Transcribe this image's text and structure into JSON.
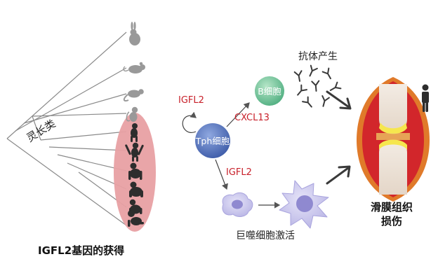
{
  "phylogeny": {
    "clade_label": "灵长类",
    "caption": "IGFL2基因的获得",
    "icons": [
      "rabbit-icon",
      "mouse-icon",
      "tree-shrew-icon",
      "monkey-icon",
      "lemur-icon",
      "gibbon-icon",
      "orangutan-icon",
      "gorilla-icon",
      "chimpanzee-icon",
      "human-baby-icon"
    ]
  },
  "pathway": {
    "tph_cell": "Tph细胞",
    "b_cell": "B细胞",
    "autocrine_label": "IGFL2",
    "cxcl13_label": "CXCL13",
    "igfl2_label": "IGFL2",
    "antibody_label": "抗体产生",
    "macrophage_label": "巨噬细胞激活",
    "outcome_line1": "滑膜组织",
    "outcome_line2": "损伤"
  },
  "colors": {
    "tph": "#4f6fb8",
    "b_cell": "#6fc39a",
    "red_text": "#c8202a",
    "primate_ellipse": "#e8a0a3",
    "icon_grey": "#999999",
    "primate_dark": "#2d2d2d",
    "macrophage": "#c9c6ec",
    "joint_red": "#d2262b"
  }
}
